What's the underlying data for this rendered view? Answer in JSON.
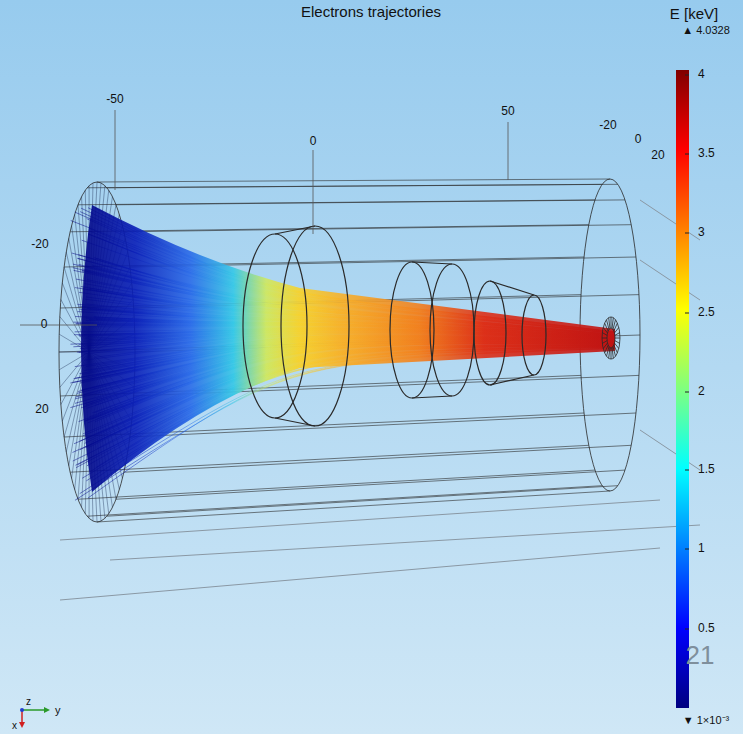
{
  "diagram": {
    "title": "Electrons trajectories",
    "labels": [
      "E [keV]",
      "▲ 4.0328",
      "4",
      "3.5",
      "3",
      "2.5",
      "2",
      "1.5",
      "1",
      "0.5",
      "▼ 1×10⁻³",
      "-50",
      "0",
      "50",
      "-20",
      "0",
      "20",
      "-20",
      "0",
      "20",
      "y",
      "z",
      "x",
      "21"
    ]
  }
}
